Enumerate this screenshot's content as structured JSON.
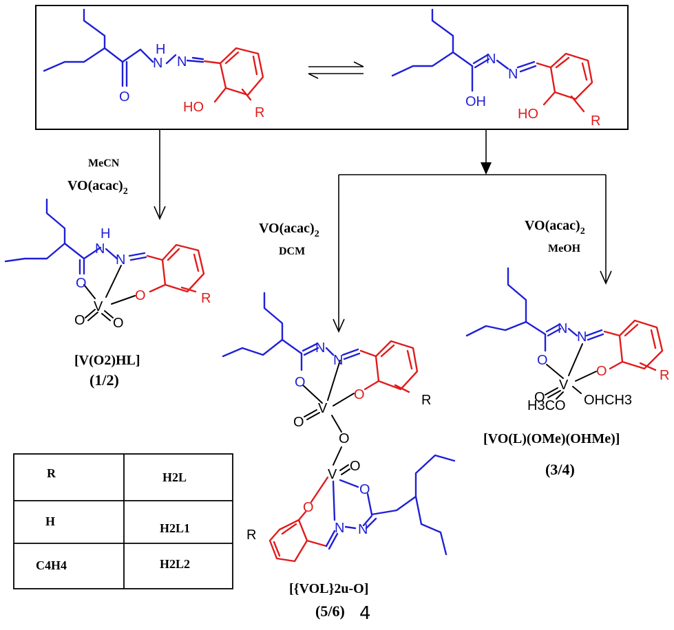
{
  "conditions": {
    "left_solvent": "MeCN",
    "left_reagent": "VO(acac)",
    "middle_reagent": "VO(acac)",
    "middle_solvent": "DCM",
    "right_reagent": "VO(acac)",
    "right_solvent": "MeOH",
    "reagent_subscript": "2"
  },
  "atoms": {
    "N": "N",
    "H": "H",
    "O": "O",
    "HO": "HO",
    "OH": "OH",
    "R": "R",
    "V": "V",
    "H3CO": "H3CO",
    "OHCH3": "OHCH3"
  },
  "products": {
    "p1_label": "[V(O2)HL]",
    "p1_number": "(1/2)",
    "p2_label": "[{VOL}2u-O]",
    "p2_number": "(5/6)",
    "p2_extra": "4",
    "p3_label": "[VO(L)(OMe)(OHMe)]",
    "p3_number": "(3/4)"
  },
  "table": {
    "headers": [
      "R",
      "H2L"
    ],
    "rows": [
      [
        "H",
        "H2L1"
      ],
      [
        "C4H4",
        "H2L2"
      ]
    ]
  },
  "colors": {
    "hydrazide": "#1f1fd6",
    "phenol": "#e01b1b",
    "vanadium": "#000000"
  }
}
